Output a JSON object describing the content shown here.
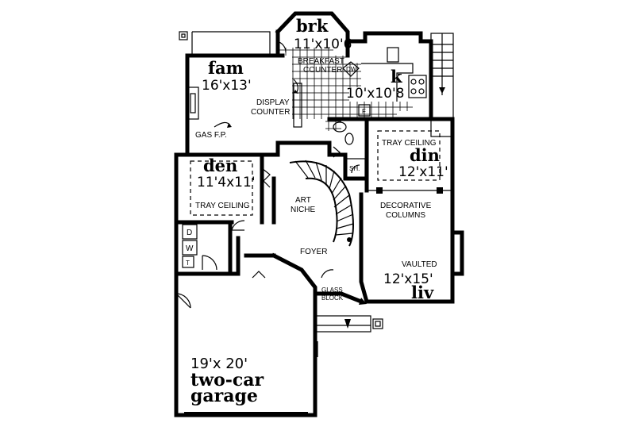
{
  "rooms": {
    "breakfast": {
      "name": "brk",
      "dim": "11'x10'6"
    },
    "family": {
      "name": "fam",
      "dim": "16'x13'"
    },
    "kitchen": {
      "name": "k",
      "dim": "10'x10'8"
    },
    "dining": {
      "name": "din",
      "dim": "12'x11'"
    },
    "den": {
      "name": "den",
      "dim": "11'4x11'"
    },
    "living": {
      "name": "liv",
      "dim": "12'x15'"
    },
    "garage": {
      "name_line1": "two-car",
      "name_line2": "garage",
      "dim": "19'x 20'"
    }
  },
  "labels": {
    "breakfast_counter_1": "BREAKFAST",
    "breakfast_counter_2": "COUNTER",
    "dishwasher": "DW",
    "fridge": "F",
    "display_counter_1": "DISPLAY",
    "display_counter_2": "COUNTER",
    "gas_fp": "GAS F.P.",
    "tray_ceiling_den": "TRAY CEILING",
    "tray_ceiling_dining": "TRAY CEILING",
    "shower": "SH.",
    "art_niche_1": "ART",
    "art_niche_2": "NICHE",
    "decorative_columns_1": "DECORATIVE",
    "decorative_columns_2": "COLUMNS",
    "foyer": "FOYER",
    "vaulted": "VAULTED",
    "glass_block_1": "GLASS",
    "glass_block_2": "BLOCK",
    "laundry_d": "D",
    "laundry_w": "W",
    "laundry_t": "T"
  }
}
